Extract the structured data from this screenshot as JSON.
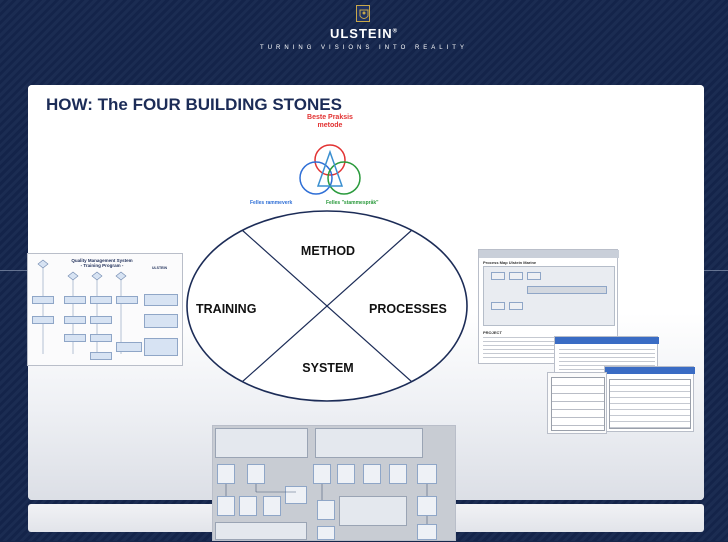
{
  "header": {
    "brand": "ULSTEIN",
    "tagline": "TURNING VISIONS INTO REALITY",
    "logo": "ulstein-shield-logo"
  },
  "slide": {
    "title": "HOW: The FOUR BUILDING STONES",
    "venn": {
      "top_label": "Beste Praksis\nmetode",
      "left_label": "Felles rammeverk",
      "right_label": "Felles \"stammespråk\"",
      "colors": {
        "red": "#e23232",
        "blue": "#2f6fd6",
        "green": "#2a9a3c",
        "triangle": "#3a8fd0"
      }
    },
    "quadrants": {
      "top": "METHOD",
      "left": "TRAINING",
      "right": "PROCESSES",
      "bottom": "SYSTEM"
    },
    "thumb_left": {
      "title": "Quality Management System\n- Training Program -",
      "brand": "ULSTEIN"
    },
    "thumb_right": {
      "title": "Process Map Ulstein Marine",
      "section": "PROJECT"
    }
  },
  "colors": {
    "navy": "#1c2c57",
    "background": "#16264a",
    "ellipse": "#1c2c57"
  }
}
